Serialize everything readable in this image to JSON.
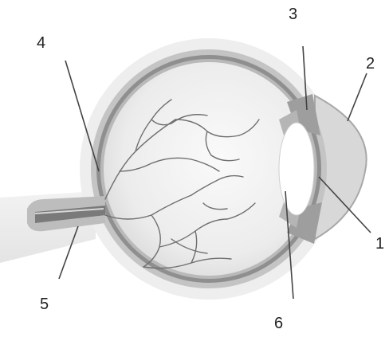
{
  "diagram": {
    "labels": [
      {
        "id": "1",
        "text": "1"
      },
      {
        "id": "2",
        "text": "2"
      },
      {
        "id": "3",
        "text": "3"
      },
      {
        "id": "4",
        "text": "4"
      },
      {
        "id": "5",
        "text": "5"
      },
      {
        "id": "6",
        "text": "6"
      }
    ]
  },
  "colors": {
    "background": "#ffffff",
    "outer_halo": "#e9e9e9",
    "sclera": "#bdbdbd",
    "choroid": "#8a8a8a",
    "vitreous_light": "#f7f7f7",
    "vitreous_dark": "#dedede",
    "lens": "#ffffff",
    "cornea": "#d6d6d6",
    "iris": "#9a9a9a",
    "optic_nerve": "#7a7a7a",
    "vessels": "#6f6f6f",
    "text": "#222222"
  }
}
